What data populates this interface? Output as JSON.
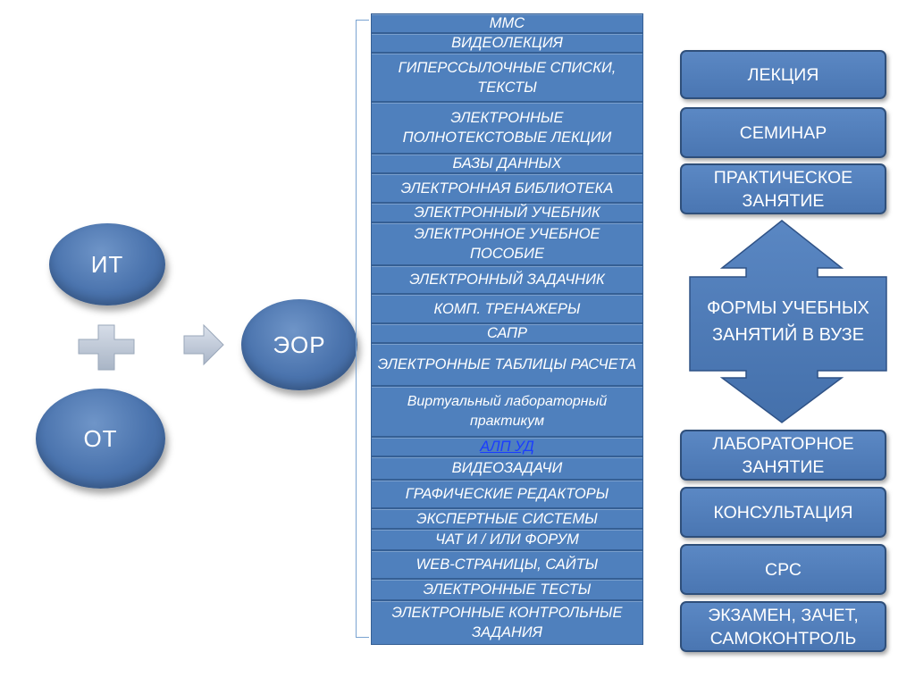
{
  "left": {
    "it_label": "ИТ",
    "ot_label": "ОТ",
    "eor_label": "ЭОР"
  },
  "eor_items": [
    "ММС",
    "ВИДЕОЛЕКЦИЯ",
    "ГИПЕРССЫЛОЧНЫЕ СПИСКИ, ТЕКСТЫ",
    "ЭЛЕКТРОННЫЕ ПОЛНОТЕКСТОВЫЕ ЛЕКЦИИ",
    "БАЗЫ ДАННЫХ",
    "ЭЛЕКТРОННАЯ БИБЛИОТЕКА",
    "ЭЛЕКТРОННЫЙ УЧЕБНИК",
    "ЭЛЕКТРОННОЕ УЧЕБНОЕ ПОСОБИЕ",
    "ЭЛЕКТРОННЫЙ ЗАДАЧНИК",
    "КОМП. ТРЕНАЖЕРЫ",
    "САПР",
    "ЭЛЕКТРОННЫЕ ТАБЛИЦЫ РАСЧЕТА",
    "Виртуальный лабораторный практикум",
    "АЛП УД",
    "ВИДЕОЗАДАЧИ",
    "ГРАФИЧЕСКИЕ РЕДАКТОРЫ",
    "ЭКСПЕРТНЫЕ СИСТЕМЫ",
    "ЧАТ И / ИЛИ ФОРУМ",
    "WEB-СТРАНИЦЫ, САЙТЫ",
    "ЭЛЕКТРОННЫЕ ТЕСТЫ",
    "ЭЛЕКТРОННЫЕ КОНТРОЛЬНЫЕ ЗАДАНИЯ"
  ],
  "forms": {
    "title": "ФОРМЫ УЧЕБНЫХ ЗАНЯТИЙ В ВУЗЕ",
    "lecture": "ЛЕКЦИЯ",
    "seminar": "СЕМИНАР",
    "practical": "ПРАКТИЧЕСКОЕ ЗАНЯТИЕ",
    "lab": "ЛАБОРАТОРНОЕ ЗАНЯТИЕ",
    "consultation": "КОНСУЛЬТАЦИЯ",
    "srs": "СРС",
    "exam": "ЭКЗАМЕН, ЗАЧЕТ, САМОКОНТРОЛЬ"
  },
  "colors": {
    "shape_blue": "#4f80bd",
    "shape_border": "#355f94",
    "connector_gray": "#b8c4d6",
    "link_blue": "#1a3cff"
  }
}
